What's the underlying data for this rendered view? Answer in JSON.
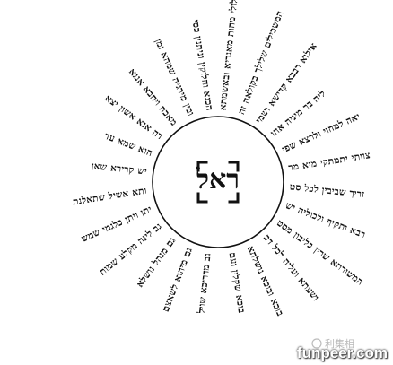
{
  "center": {
    "letters": "ראל"
  },
  "rays": [
    "ילולי מהות מאגריא ובאשמתא",
    "המשכילים שלילך בקולאה זה",
    "אילוא רבבא קדישא ושמי",
    "ליה בר מיניה אחו",
    "יאה למחוי ולרצא שפי",
    "צוותי יתמתקי מיא מר",
    "זריך שביבין לכל סט",
    "רבא ותקיף ולכוליה יש",
    "המשורתא שרין בליבון מסט",
    "ושעתא ועליה לכל דכ",
    "בוכא ובוכא נושלתא",
    "בוכא שקלין ועם",
    "גב מדריכא שויל",
    "גם מיהוא לשאצם",
    "גם מנהל נושלא",
    "גב לינה מקלע שמות",
    "יתן ויתן כלגמי שמש",
    "ותא אשיל שתאלנת",
    "יש קרירא שאן",
    "הוא שמא עד",
    "דה אנא אשון יצא",
    "מאכה ויחבא אנגא",
    "ובין מירגיה שמהא זמן",
    "הכנא והלוקין וניתנין כסי"
  ],
  "watermark": {
    "label": "利集相"
  },
  "footer": {
    "url": "funpeer.com"
  }
}
